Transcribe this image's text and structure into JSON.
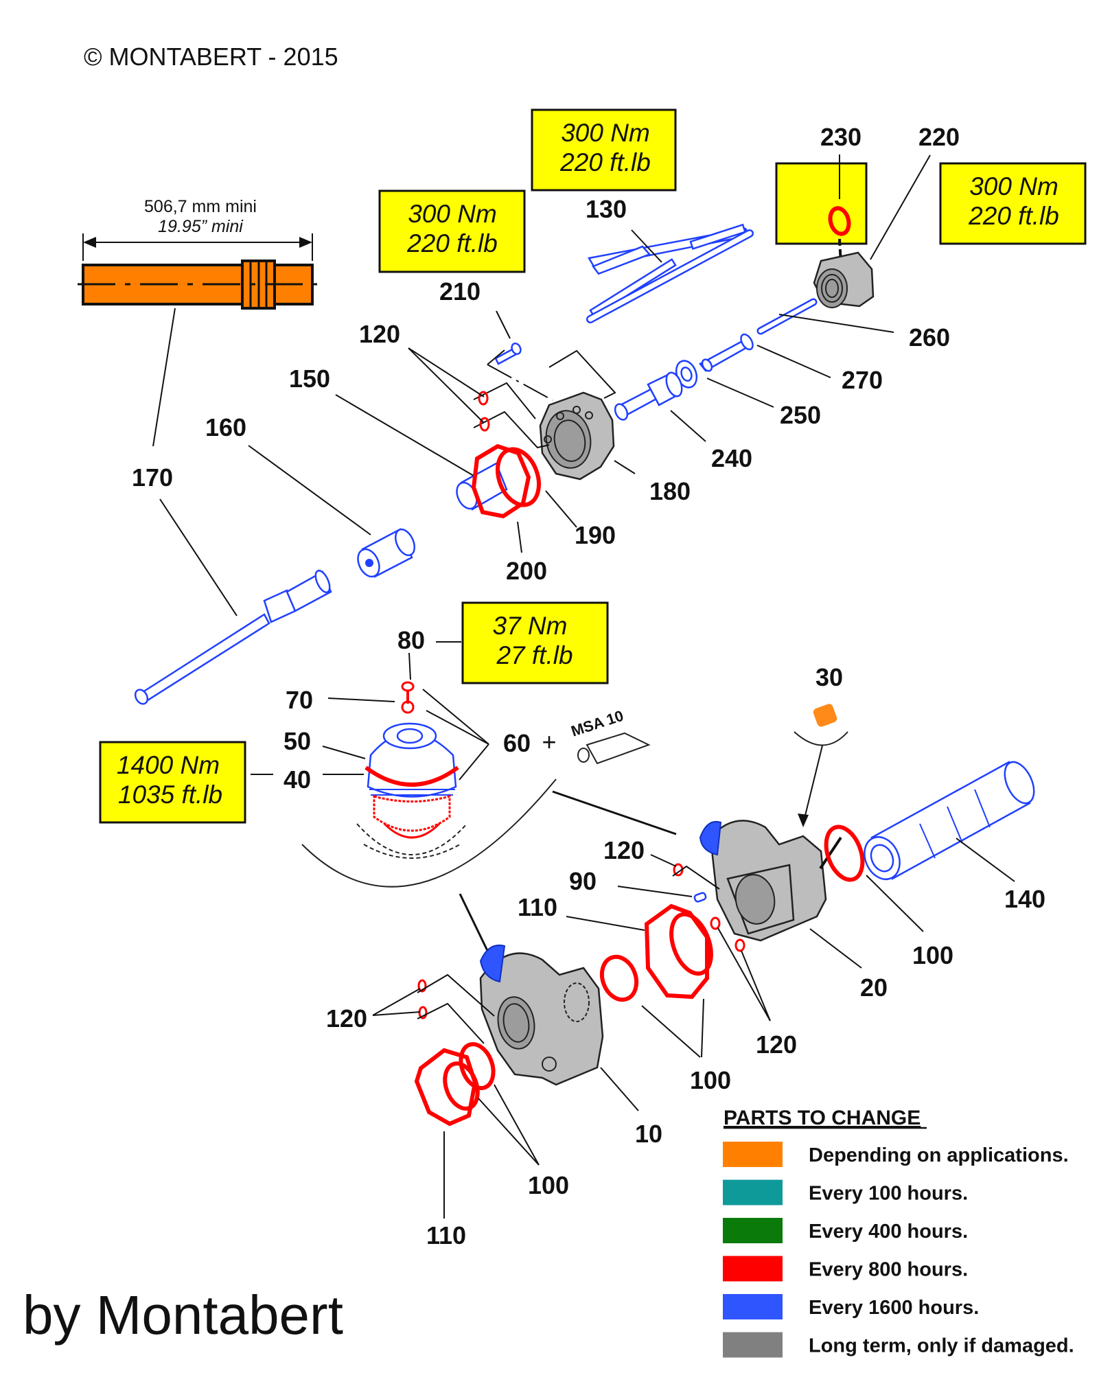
{
  "header": {
    "copyright": "© MONTABERT  -  2015"
  },
  "footer": {
    "credit": "by Montabert"
  },
  "dimension": {
    "metric": "506,7 mm mini",
    "imperial": "19.95” mini"
  },
  "torque_boxes": [
    {
      "id": "torque-130",
      "line1": "300 Nm",
      "line2": "220 ft.lb"
    },
    {
      "id": "torque-210",
      "line1": "300 Nm",
      "line2": "220 ft.lb"
    },
    {
      "id": "torque-220",
      "line1": "300 Nm",
      "line2": "220 ft.lb"
    },
    {
      "id": "torque-80",
      "line1": "37 Nm",
      "line2": "27  ft.lb"
    },
    {
      "id": "torque-40",
      "line1": "1400 Nm",
      "line2": "1035 ft.lb"
    }
  ],
  "part_labels": {
    "p230": "230",
    "p220": "220",
    "p130": "130",
    "p210": "210",
    "p120_top": "120",
    "p260": "260",
    "p150": "150",
    "p270": "270",
    "p160": "160",
    "p250": "250",
    "p170": "170",
    "p240": "240",
    "p180": "180",
    "p190": "190",
    "p200": "200",
    "p80": "80",
    "p70": "70",
    "p60": "60",
    "p60_plus": "+",
    "p50": "50",
    "p40": "40",
    "p30": "30",
    "p120_mid": "120",
    "p90": "90",
    "p110_mid": "110",
    "p140": "140",
    "p100_right": "100",
    "p20": "20",
    "p120_left": "120",
    "p120_bottom": "120",
    "p100_mid": "100",
    "p10": "10",
    "p100_bottom": "100",
    "p110_bottom": "110"
  },
  "grease": {
    "label": "MSA 10"
  },
  "legend": {
    "title": "PARTS TO CHANGE",
    "items": [
      {
        "color": "#ff8000",
        "label": "Depending on applications."
      },
      {
        "color": "#0f9a9a",
        "label": "Every 100 hours."
      },
      {
        "color": "#0a7a0a",
        "label": "Every 400 hours."
      },
      {
        "color": "#ff0000",
        "label": "Every 800 hours."
      },
      {
        "color": "#2f55ff",
        "label": "Every 1600 hours."
      },
      {
        "color": "#808080",
        "label": "Long term, only if damaged."
      }
    ]
  }
}
